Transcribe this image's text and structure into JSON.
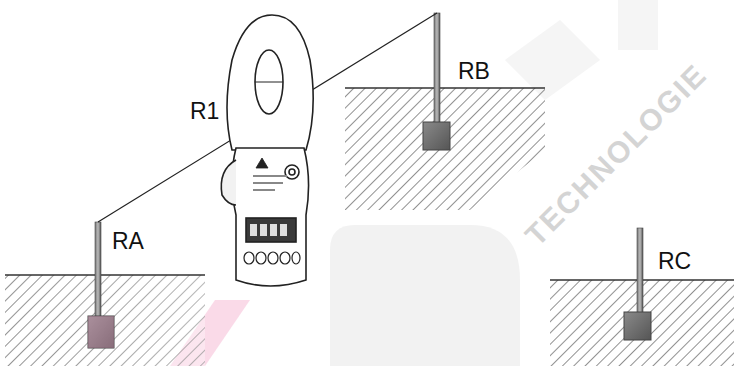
{
  "diagram": {
    "labels": [
      "R1",
      "RA",
      "RB",
      "RC",
      "TECHNOLOGIE"
    ]
  }
}
